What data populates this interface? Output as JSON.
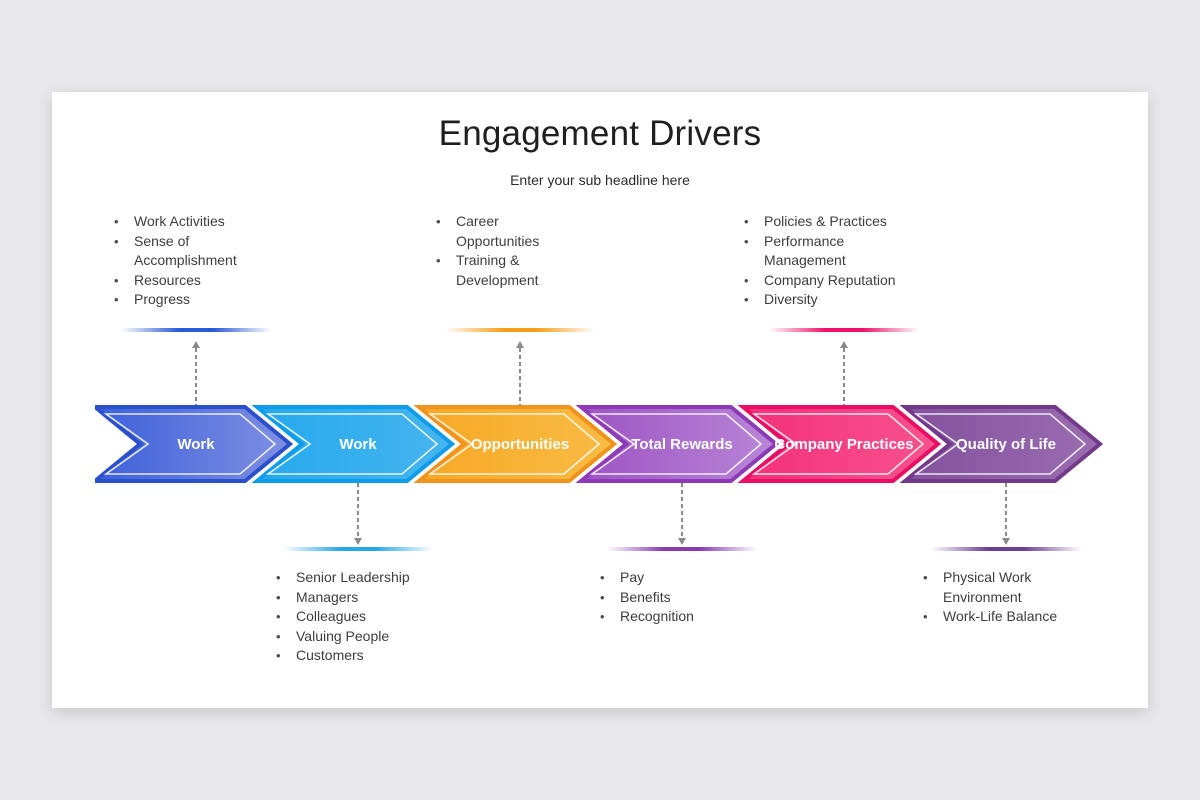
{
  "slide": {
    "title": "Engagement Drivers",
    "subtitle": "Enter your sub headline here"
  },
  "arrows": [
    {
      "label": "Work",
      "border": "#2b50cc",
      "fill1": "#3c60da",
      "fill2": "#8090e2"
    },
    {
      "label": "Work",
      "border": "#0e9ceb",
      "fill1": "#25a9ec",
      "fill2": "#47b5ef"
    },
    {
      "label": "Opportunities",
      "border": "#f0921b",
      "fill1": "#f7a825",
      "fill2": "#f9bc45"
    },
    {
      "label": "Total Rewards",
      "border": "#8e3ab6",
      "fill1": "#9d54c3",
      "fill2": "#b886d7"
    },
    {
      "label": "Company Practices",
      "border": "#e90e63",
      "fill1": "#f43079",
      "fill2": "#f7538e"
    },
    {
      "label": "Quality of Life",
      "border": "#733a8a",
      "fill1": "#82519c",
      "fill2": "#9a6db1"
    }
  ],
  "groups_top": [
    {
      "accent": "#2b5cd8",
      "items": [
        "Work Activities",
        "Sense of\nAccomplishment",
        "Resources",
        "Progress"
      ]
    },
    {
      "accent": "#f5a01d",
      "items": [
        "Career\nOpportunities",
        "Training &\nDevelopment"
      ]
    },
    {
      "accent": "#ee0f68",
      "items": [
        "Policies & Practices",
        "Performance\nManagement",
        "Company Reputation",
        "Diversity"
      ]
    }
  ],
  "groups_bottom": [
    {
      "accent": "#29a8e8",
      "items": [
        "Senior Leadership",
        "Managers",
        "Colleagues",
        "Valuing People",
        "Customers"
      ]
    },
    {
      "accent": "#8a3bb0",
      "items": [
        "Pay",
        "Benefits",
        "Recognition"
      ]
    },
    {
      "accent": "#6d3f92",
      "items": [
        "Physical Work\nEnvironment",
        "Work-Life Balance"
      ]
    }
  ],
  "connector_color": "#8a8a8a"
}
